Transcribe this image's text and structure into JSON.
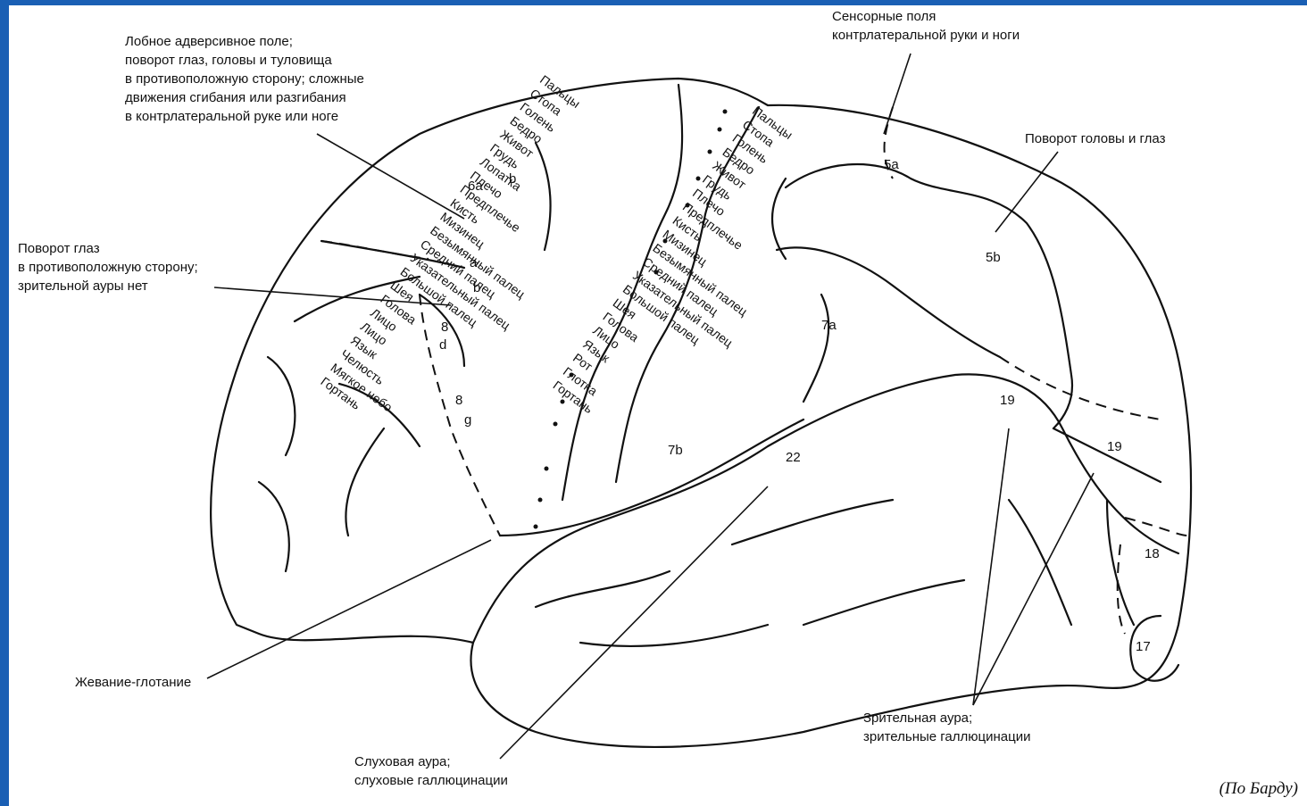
{
  "labels": {
    "frontal_adversive": [
      "Лобное адверсивное поле;",
      "поворот глаз, головы и туловища",
      "в противоположную сторону; сложные",
      "движения сгибания или разгибания",
      "в контрлатеральной руке или ноге"
    ],
    "eye_turn": [
      "Поворот глаз",
      "в противоположную сторону;",
      "зрительной ауры нет"
    ],
    "sensory_fields": [
      "Сенсорные поля",
      "контрлатеральной руки и ноги"
    ],
    "head_eye_turn": "Поворот головы и глаз",
    "chewing": "Жевание-глотание",
    "auditory": [
      "Слуховая аура;",
      "слуховые галлюцинации"
    ],
    "visual": [
      "Зрительная аура;",
      "зрительные галлюцинации"
    ],
    "credit": "(По Барду)"
  },
  "zones": {
    "z6a": "6a",
    "zb": "b",
    "za": "a",
    "zb2": "b",
    "z8": "8",
    "zd": "d",
    "z8b": "8",
    "zg": "g",
    "z5a": "5a",
    "z5b": "5b",
    "z7a": "7a",
    "z7b": "7b",
    "z22": "22",
    "z19a": "19",
    "z19b": "19",
    "z18": "18",
    "z17": "17"
  },
  "motor_homunculus": [
    "Пальцы",
    "Стопа",
    "Голень",
    "Бедро",
    "Живот",
    "Грудь",
    "Лопатка",
    "Плечо",
    "Предплечье",
    "Кисть",
    "Мизинец",
    "Безымянный палец",
    "Средний палец",
    "Указательный палец",
    "Большой палец",
    "Шея",
    "Голова",
    "Лицо",
    "Лицо",
    "Язык",
    "Челюсть",
    "Мягкое небо",
    "Гортань"
  ],
  "sensory_homunculus": [
    "Пальцы",
    "Стопа",
    "Голень",
    "Бедро",
    "Живот",
    "Грудь",
    "Плечо",
    "Предплечье",
    "Кисть",
    "Мизинец",
    "Безымянный палец",
    "Средний палец",
    "Указательный палец",
    "Большой палец",
    "Шея",
    "Голова",
    "Лицо",
    "Язык",
    "Рот",
    "Глотка",
    "Гортань"
  ]
}
